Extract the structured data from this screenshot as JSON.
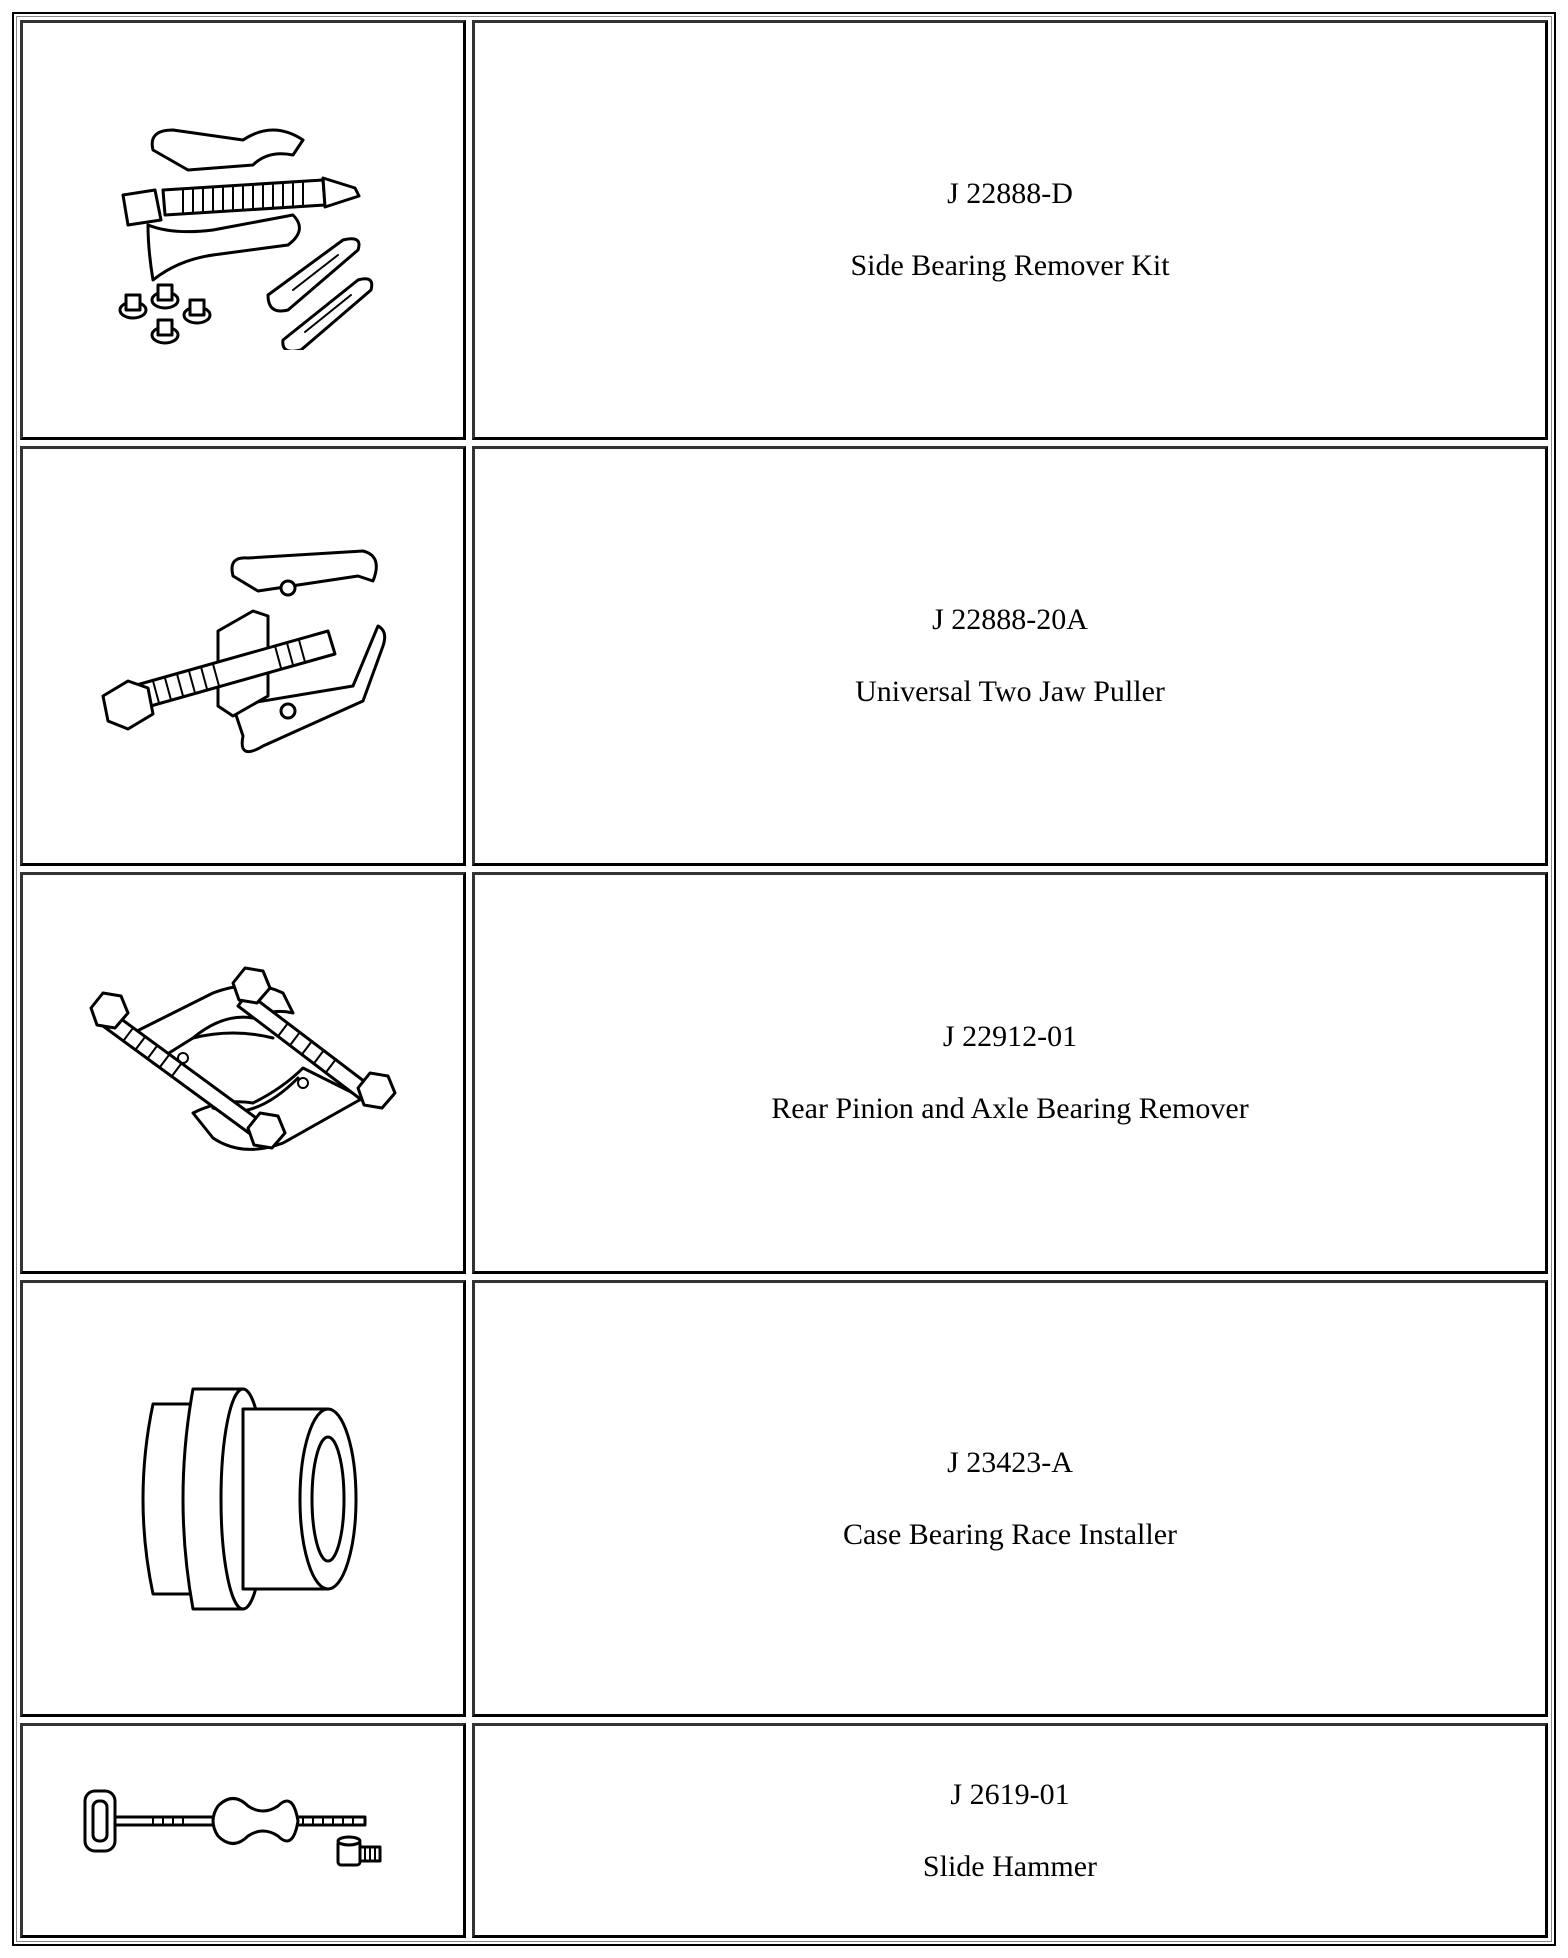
{
  "tools": [
    {
      "number": "J 22888-D",
      "name": "Side Bearing Remover Kit",
      "icon": "side-bearing-remover-kit-illustration"
    },
    {
      "number": "J 22888-20A",
      "name": "Universal Two Jaw Puller",
      "icon": "two-jaw-puller-illustration"
    },
    {
      "number": "J 22912-01",
      "name": "Rear Pinion and Axle Bearing Remover",
      "icon": "bearing-separator-illustration"
    },
    {
      "number": "J 23423-A",
      "name": "Case Bearing Race Installer",
      "icon": "race-installer-illustration"
    },
    {
      "number": "J 2619-01",
      "name": "Slide Hammer",
      "icon": "slide-hammer-illustration"
    }
  ]
}
